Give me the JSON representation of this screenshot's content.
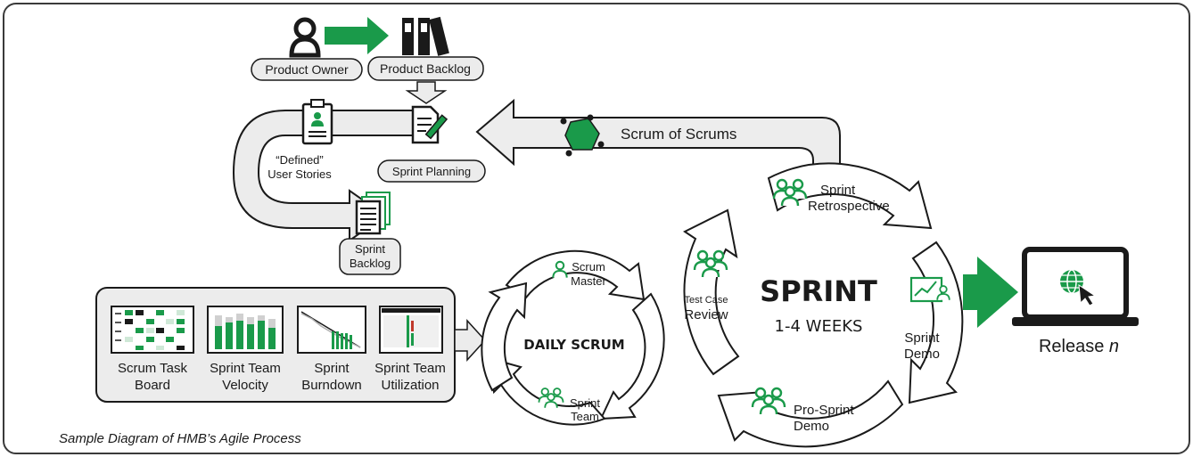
{
  "colors": {
    "green": "#1a9a4a",
    "dark": "#1a1a1a",
    "panel": "#ececec",
    "arrow_fill": "#ededed",
    "frame": "#3a3a3a"
  },
  "caption": "Sample Diagram of HMB’s Agile Process",
  "top": {
    "product_owner": "Product Owner",
    "product_backlog": "Product Backlog"
  },
  "planning": {
    "defined_line1": "“Defined”",
    "defined_line2": "User Stories",
    "sprint_planning": "Sprint Planning",
    "sprint_backlog_line1": "Sprint",
    "sprint_backlog_line2": "Backlog"
  },
  "scrum_of_scrums": "Scrum of Scrums",
  "reports": [
    {
      "line1": "Scrum Task",
      "line2": "Board"
    },
    {
      "line1": "Sprint Team",
      "line2": "Velocity"
    },
    {
      "line1": "Sprint",
      "line2": "Burndown"
    },
    {
      "line1": "Sprint Team",
      "line2": "Utilization"
    }
  ],
  "daily": {
    "title": "DAILY SCRUM",
    "master_line1": "Scrum",
    "master_line2": "Master",
    "team_line1": "Sprint",
    "team_line2": "Team"
  },
  "sprint": {
    "title": "SPRINT",
    "subtitle": "1-4 WEEKS",
    "retro_line1": "Sprint",
    "retro_line2": "Retrospective",
    "test_line1": "Test Case",
    "test_line2": "Review",
    "demo_line1": "Sprint",
    "demo_line2": "Demo",
    "prosprint_line1": "Pro-Sprint",
    "prosprint_line2": "Demo"
  },
  "release": {
    "label": "Release",
    "n": "n"
  },
  "icons": [
    "user-icon",
    "binder-icon",
    "document-pencil-icon",
    "clipboard-icon",
    "stacked-documents-icon",
    "team-icon",
    "network-icon",
    "monitor-chart-icon",
    "laptop-globe-icon",
    "cursor-icon"
  ]
}
